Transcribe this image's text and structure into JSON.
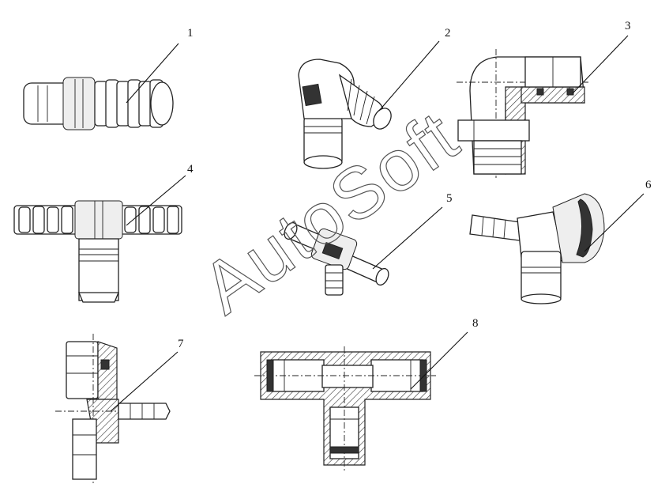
{
  "figure": {
    "callouts": [
      "1",
      "2",
      "3",
      "4",
      "5",
      "6",
      "7",
      "8"
    ],
    "watermark": "AutoSoft"
  }
}
